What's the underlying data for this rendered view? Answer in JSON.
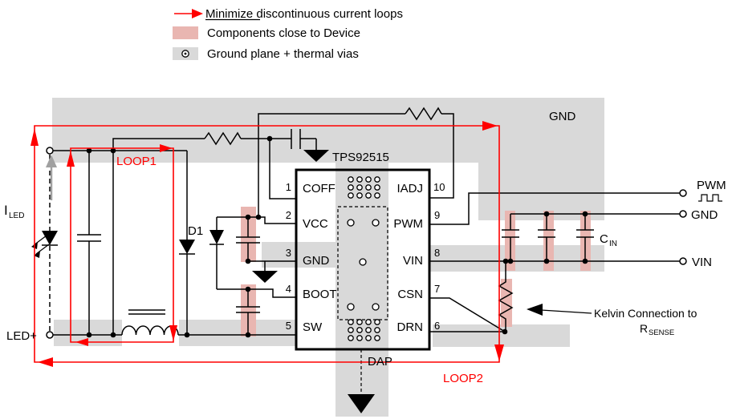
{
  "legend": {
    "item1_word1": "Minimize",
    "item1_rest": " discontinuous current loops",
    "item2": "Components close to Device",
    "item3": "Ground plane + thermal vias"
  },
  "ic": {
    "part_number": "TPS92515",
    "dap_label": "DAP",
    "left_pins": [
      {
        "num": "1",
        "name": "COFF"
      },
      {
        "num": "2",
        "name": "VCC"
      },
      {
        "num": "3",
        "name": "GND"
      },
      {
        "num": "4",
        "name": "BOOT"
      },
      {
        "num": "5",
        "name": "SW"
      }
    ],
    "right_pins": [
      {
        "num": "10",
        "name": "IADJ"
      },
      {
        "num": "9",
        "name": "PWM"
      },
      {
        "num": "8",
        "name": "VIN"
      },
      {
        "num": "7",
        "name": "CSN"
      },
      {
        "num": "6",
        "name": "DRN"
      }
    ]
  },
  "labels": {
    "gnd_plane": "GND",
    "loop1": "LOOP1",
    "loop2": "LOOP2",
    "led_current_main": "I",
    "led_current_sub": "LED",
    "led_plus": "LED+",
    "diode": "D1",
    "cin_main": "C",
    "cin_sub": "IN",
    "kelvin_line1": "Kelvin Connection to",
    "kelvin_r_main": "R",
    "kelvin_r_sub": "SENSE"
  },
  "terminals": {
    "pwm": "PWM",
    "gnd": "GND",
    "vin": "VIN"
  },
  "colors": {
    "ground_plane": "#d9d9d9",
    "close_components": "#e9b6b1",
    "loop_red": "#ff0000",
    "wire": "#000000",
    "iled_arrow": "#a0a0a0"
  }
}
